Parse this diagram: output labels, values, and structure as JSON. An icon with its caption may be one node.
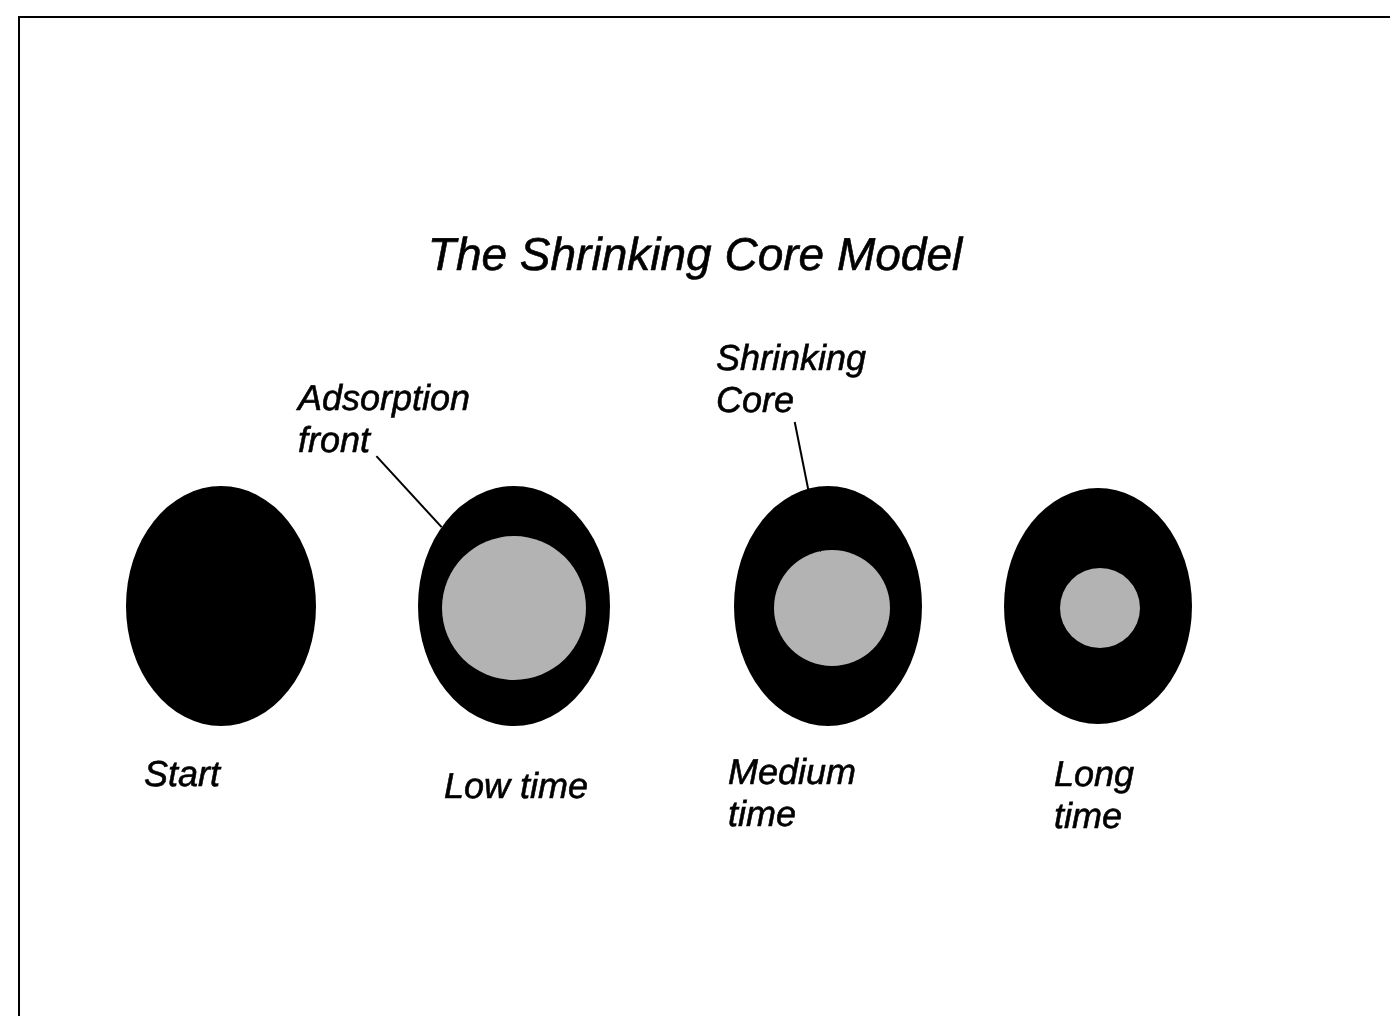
{
  "diagram": {
    "title": "The Shrinking Core Model",
    "nodes": [
      {
        "text": [],
        "shape": "circle",
        "beside": [
          "Start"
        ]
      },
      {
        "text": [],
        "shape": "circle",
        "beside": [
          "Low time"
        ]
      },
      {
        "text": [],
        "shape": "circle",
        "in": 1
      },
      {
        "text": [],
        "shape": "circle",
        "beside": [
          "Medium time"
        ]
      },
      {
        "text": [],
        "shape": "circle",
        "in": 3
      },
      {
        "text": [],
        "shape": "circle",
        "beside": [
          "Long time"
        ]
      },
      {
        "text": [],
        "shape": "circle",
        "in": 5
      },
      {
        "text": [
          "Adsorption front"
        ]
      },
      {
        "text": [
          "Shrinking Core"
        ]
      }
    ],
    "edges": [
      {
        "from": 7,
        "to": 1,
        "arrow": "none"
      },
      {
        "from": 8,
        "to": 4,
        "arrow": "to"
      }
    ]
  }
}
